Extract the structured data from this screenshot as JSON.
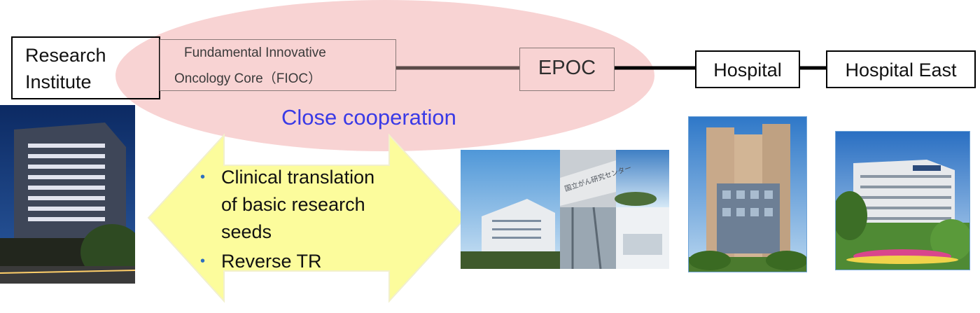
{
  "nodes": {
    "research_line1": "Research",
    "research_line2": "Institute",
    "fioc_line1": "Fundamental Innovative",
    "fioc_line2": "Oncology Core（FIOC）",
    "epoc": "EPOC",
    "hospital": "Hospital",
    "hospital_east": "Hospital East"
  },
  "cooperation_label": "Close cooperation",
  "arrow_bullets": [
    "Clinical translation of basic research seeds",
    "Reverse TR"
  ],
  "arrow_lines": {
    "b1_l1": "Clinical translation",
    "b1_l2": "of basic research",
    "b1_l3": "seeds",
    "b2_l1": "Reverse TR",
    "bullet": "•"
  },
  "photo_sign_text": "国立がん研究センター",
  "colors": {
    "ellipse_fill": "#f8d3d3",
    "arrow_fill": "#fcfc9c",
    "cooperation_text": "#3a3ae6",
    "bullet": "#2e6fbf",
    "link_dark": "#5a4a48"
  }
}
